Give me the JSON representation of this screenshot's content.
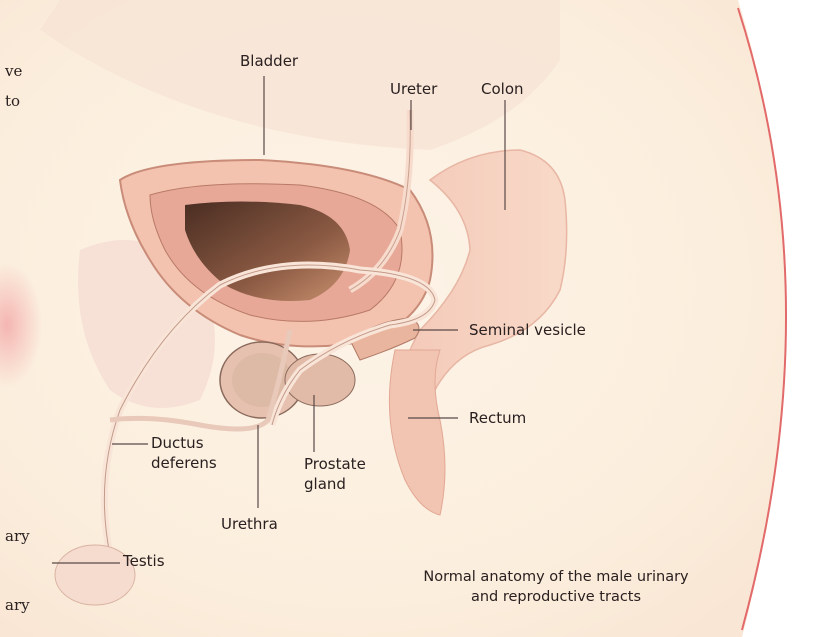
{
  "labels": {
    "bladder": "Bladder",
    "ureter": "Ureter",
    "colon": "Colon",
    "seminal_vesicle": "Seminal vesicle",
    "rectum": "Rectum",
    "ductus_deferens_line1": "Ductus",
    "ductus_deferens_line2": "deferens",
    "prostate_gland_line1": "Prostate",
    "prostate_gland_line2": "gland",
    "urethra": "Urethra",
    "testis": "Testis"
  },
  "caption": {
    "line1": "Normal anatomy of the male urinary",
    "line2": "and reproductive tracts"
  },
  "margin_text": {
    "top1": "ve",
    "top2": "to",
    "bottom1": "ary",
    "bottom2": "ary"
  },
  "colors": {
    "background_tint": "#fbeedd",
    "tissue_pink": "#f3c7b6",
    "deep_tissue": "#8a5a44",
    "leader_line": "#5a4a48",
    "page_edge": "#e26a6a"
  }
}
